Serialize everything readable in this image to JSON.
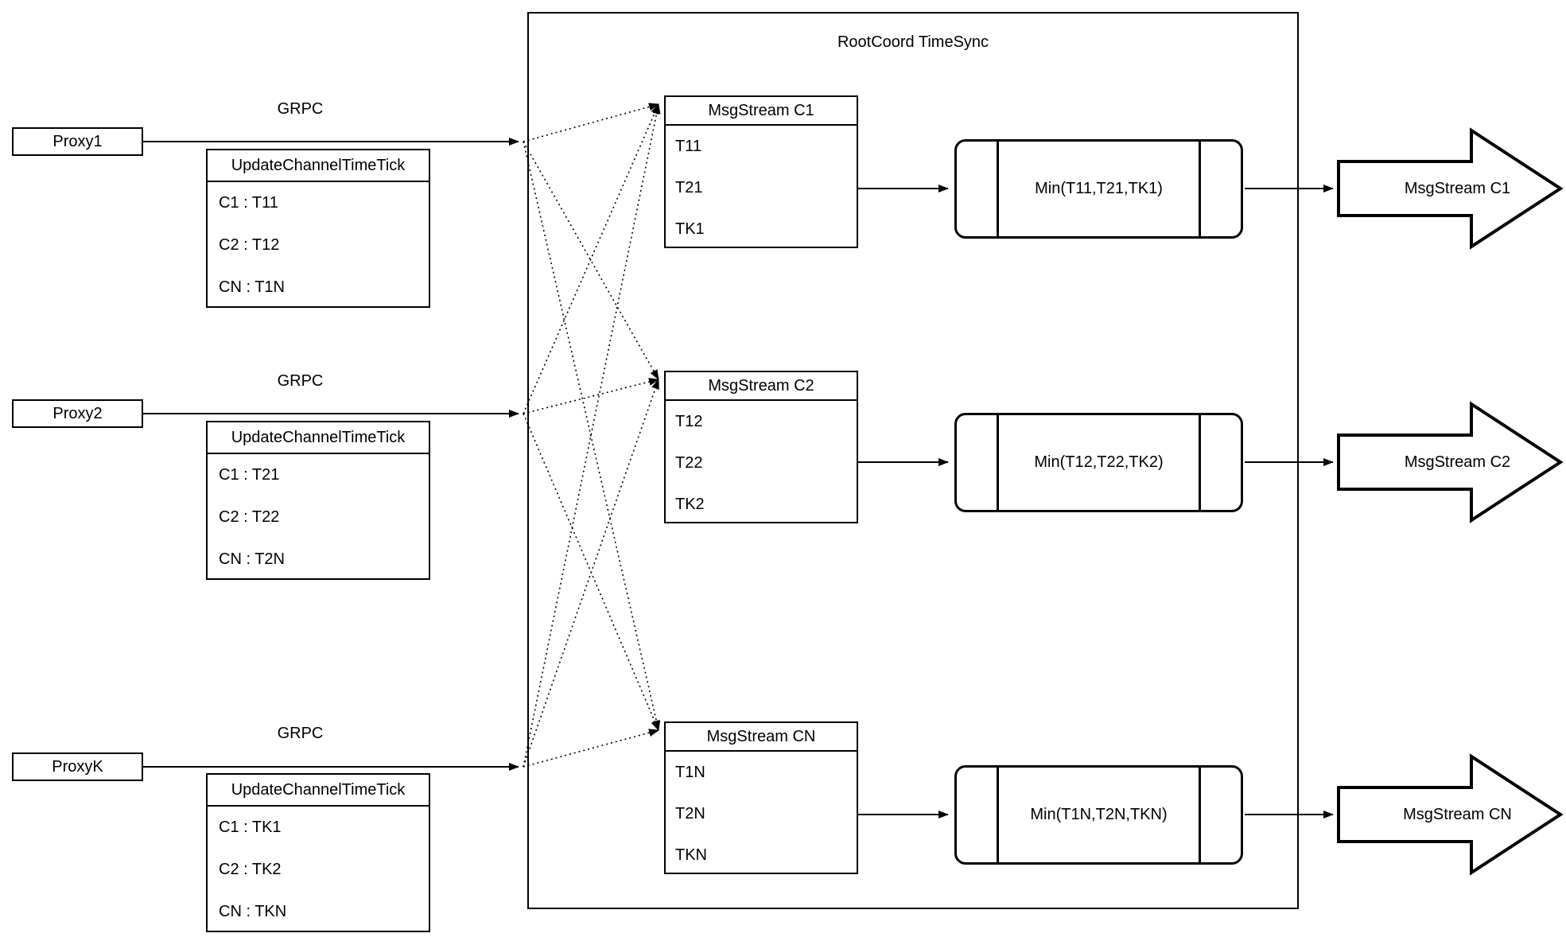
{
  "diagram": {
    "root_title": "RootCoord TimeSync",
    "grpc_label": "GRPC",
    "proxies": [
      {
        "name": "Proxy1",
        "table_header": "UpdateChannelTimeTick",
        "rows": [
          "C1 : T11",
          "C2 : T12",
          "CN : T1N"
        ]
      },
      {
        "name": "Proxy2",
        "table_header": "UpdateChannelTimeTick",
        "rows": [
          "C1 : T21",
          "C2 : T22",
          "CN : T2N"
        ]
      },
      {
        "name": "ProxyK",
        "table_header": "UpdateChannelTimeTick",
        "rows": [
          "C1 : TK1",
          "C2 : TK2",
          "CN : TKN"
        ]
      }
    ],
    "streams": [
      {
        "title": "MsgStream C1",
        "rows": [
          "T11",
          "T21",
          "TK1"
        ],
        "min_label": "Min(T11,T21,TK1)",
        "out_label": "MsgStream C1"
      },
      {
        "title": "MsgStream C2",
        "rows": [
          "T12",
          "T22",
          "TK2"
        ],
        "min_label": "Min(T12,T22,TK2)",
        "out_label": "MsgStream C2"
      },
      {
        "title": "MsgStream CN",
        "rows": [
          "T1N",
          "T2N",
          "TKN"
        ],
        "min_label": "Min(T1N,T2N,TKN)",
        "out_label": "MsgStream CN"
      }
    ],
    "colors": {
      "line": "#000000",
      "fill": "#ffffff"
    }
  }
}
